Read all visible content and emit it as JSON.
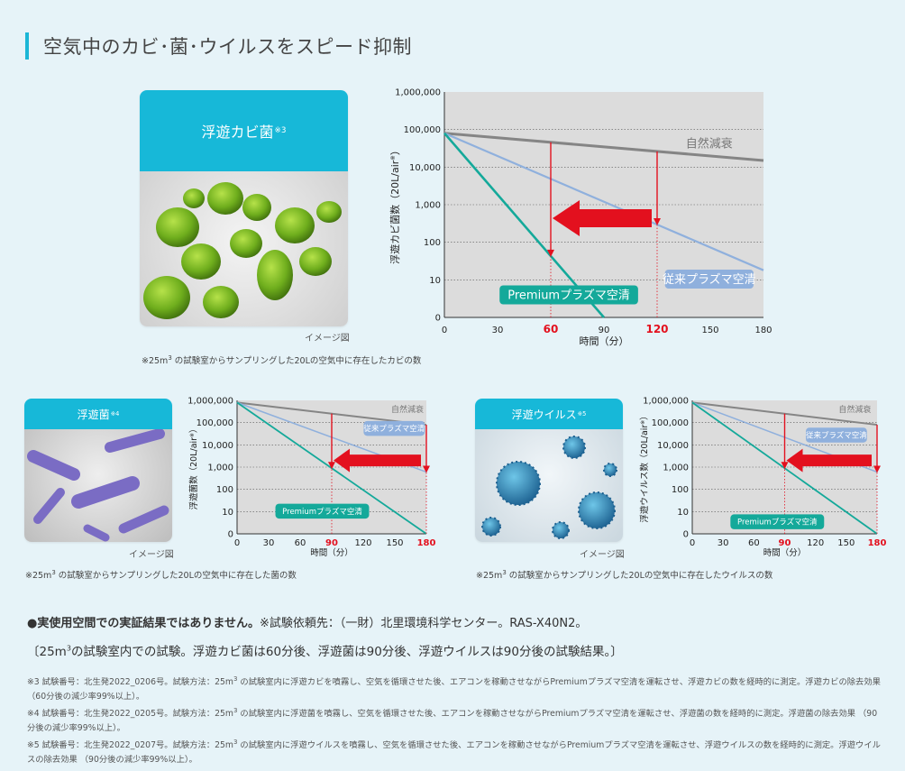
{
  "heading": "空気中のカビ･菌･ウイルスをスピード抑制",
  "colors": {
    "accent": "#17b8d8",
    "natural": "#858585",
    "conventional": "#8fb0dd",
    "premium": "#14a99a",
    "arrow": "#e3101e"
  },
  "cards": [
    {
      "title": "浮遊カビ菌",
      "sup": "※3",
      "image_label": "イメージ図",
      "image_icon": "mold-image",
      "note_pre": "※25m",
      "note_sup": "3",
      "note_post": " の試験室からサンプリングした20Lの空気中に存在したカビの数"
    },
    {
      "title": "浮遊菌",
      "sup": "※4",
      "image_label": "イメージ図",
      "image_icon": "bacteria-image",
      "note_pre": "※25m",
      "note_sup": "3",
      "note_post": " の試験室からサンプリングした20Lの空気中に存在した菌の数"
    },
    {
      "title": "浮遊ウイルス",
      "sup": "※5",
      "image_label": "イメージ図",
      "image_icon": "virus-image",
      "note_pre": "※25m",
      "note_sup": "3",
      "note_post": " の試験室からサンプリングした20Lの空気中に存在したウイルスの数"
    }
  ],
  "chart_data": [
    {
      "type": "line",
      "scale": "log",
      "ylabel": "浮遊カビ菌数（20L/air",
      "ylabel_sup": "※",
      "xlabel": "時間（分）",
      "y_ticks": [
        "1,000,000",
        "100,000",
        "10,000",
        "1,000",
        "100",
        "10",
        "0"
      ],
      "x_ticks": [
        "0",
        "30",
        "60",
        "90",
        "120",
        "150",
        "180"
      ],
      "x_highlight": [
        "60",
        "120"
      ],
      "xlim": [
        0,
        180
      ],
      "ylim": [
        1,
        1000000
      ],
      "series": [
        {
          "name": "自然減衰",
          "x": [
            0,
            180
          ],
          "y": [
            80000,
            15000
          ]
        },
        {
          "name": "従来プラズマ空清",
          "x": [
            0,
            180
          ],
          "y": [
            80000,
            18
          ]
        },
        {
          "name": "Premiumプラズマ空清",
          "x": [
            0,
            90
          ],
          "y": [
            80000,
            1
          ]
        }
      ],
      "reduction_markers": [
        60,
        120
      ]
    },
    {
      "type": "line",
      "scale": "log",
      "ylabel": "浮遊菌数（20L/air",
      "ylabel_sup": "※",
      "xlabel": "時間（分）",
      "y_ticks": [
        "1,000,000",
        "100,000",
        "10,000",
        "1,000",
        "100",
        "10",
        "0"
      ],
      "x_ticks": [
        "0",
        "30",
        "60",
        "90",
        "120",
        "150",
        "180"
      ],
      "x_highlight": [
        "90",
        "180"
      ],
      "xlim": [
        0,
        180
      ],
      "ylim": [
        1,
        1000000
      ],
      "series": [
        {
          "name": "自然減衰",
          "x": [
            0,
            180
          ],
          "y": [
            800000,
            80000
          ]
        },
        {
          "name": "従来プラズマ空清",
          "x": [
            0,
            180
          ],
          "y": [
            800000,
            600
          ]
        },
        {
          "name": "Premiumプラズマ空清",
          "x": [
            0,
            180
          ],
          "y": [
            800000,
            1
          ]
        }
      ],
      "reduction_markers": [
        90,
        180
      ]
    },
    {
      "type": "line",
      "scale": "log",
      "ylabel": "浮遊ウイルス数（20L/air",
      "ylabel_sup": "※",
      "xlabel": "時間（分）",
      "y_ticks": [
        "1,000,000",
        "100,000",
        "10,000",
        "1,000",
        "100",
        "10",
        "0"
      ],
      "x_ticks": [
        "0",
        "30",
        "60",
        "90",
        "120",
        "150",
        "180"
      ],
      "x_highlight": [
        "90",
        "180"
      ],
      "xlim": [
        0,
        180
      ],
      "ylim": [
        1,
        1000000
      ],
      "series": [
        {
          "name": "自然減衰",
          "x": [
            0,
            180
          ],
          "y": [
            800000,
            80000
          ]
        },
        {
          "name": "従来プラズマ空清",
          "x": [
            0,
            180
          ],
          "y": [
            800000,
            600
          ]
        },
        {
          "name": "Premiumプラズマ空清",
          "x": [
            0,
            180
          ],
          "y": [
            800000,
            1
          ]
        }
      ],
      "reduction_markers": [
        90,
        180
      ]
    }
  ],
  "notes": {
    "bullet": "●",
    "bold": "実使用空間での実証結果ではありません。",
    "rest": "※試験依頼先：（一財）北里環境科学センター。RAS-X40N2。",
    "line2_pre": "〔25m",
    "line2_sup": "3",
    "line2_post": "の試験室内での試験。浮遊カビ菌は60分後、浮遊菌は90分後、浮遊ウイルスは90分後の試験結果。〕",
    "fn3_pre": "※3 試験番号：北生発2022_0206号。試験方法：25m",
    "fn3_sup": "3",
    "fn3_post": " の試験室内に浮遊カビを噴霧し、空気を循環させた後、エアコンを稼動させながらPremiumプラズマ空清を運転させ、浮遊カビの数を経時的に測定。浮遊カビの除去効果 （60分後の減少率99%以上）。",
    "fn4_pre": "※4 試験番号：北生発2022_0205号。試験方法：25m",
    "fn4_sup": "3",
    "fn4_post": " の試験室内に浮遊菌を噴霧し、空気を循環させた後、エアコンを稼動させながらPremiumプラズマ空清を運転させ、浮遊菌の数を経時的に測定。浮遊菌の除去効果 （90分後の減少率99%以上）。",
    "fn5_pre": "※5 試験番号：北生発2022_0207号。試験方法：25m",
    "fn5_sup": "3",
    "fn5_post": " の試験室内に浮遊ウイルスを噴霧し、空気を循環させた後、エアコンを稼動させながらPremiumプラズマ空清を運転させ、浮遊ウイルスの数を経時的に測定。浮遊ウイルスの除去効果 （90分後の減少率99%以上）。"
  }
}
